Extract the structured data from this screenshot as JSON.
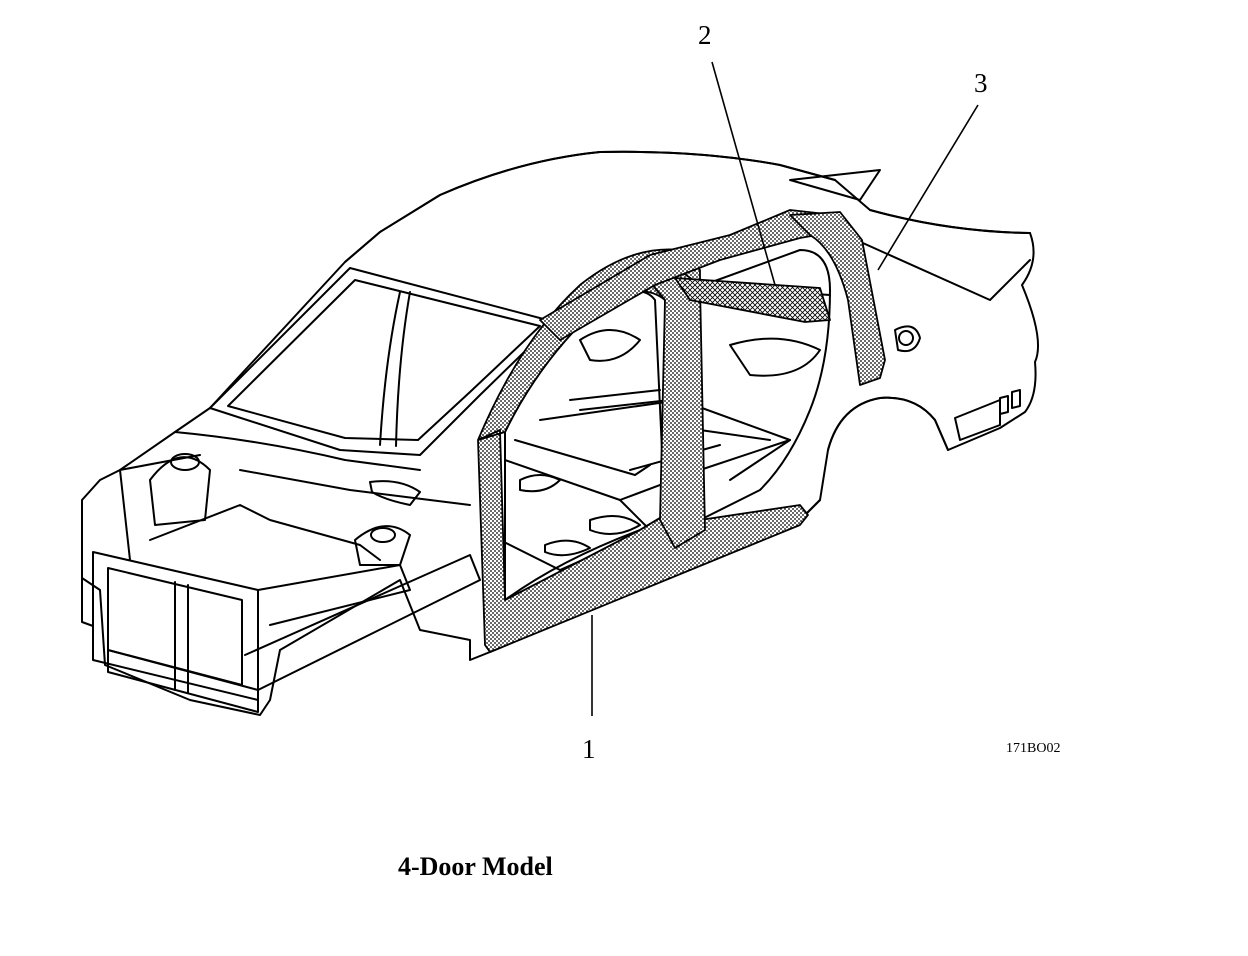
{
  "figure": {
    "callouts": [
      {
        "id": "1",
        "label": "1"
      },
      {
        "id": "2",
        "label": "2"
      },
      {
        "id": "3",
        "label": "3"
      }
    ],
    "code": "171BO02",
    "caption": "4-Door Model"
  },
  "colors": {
    "line": "#000000",
    "background": "#ffffff",
    "reinforced_hatch": "#8a8a8a"
  }
}
